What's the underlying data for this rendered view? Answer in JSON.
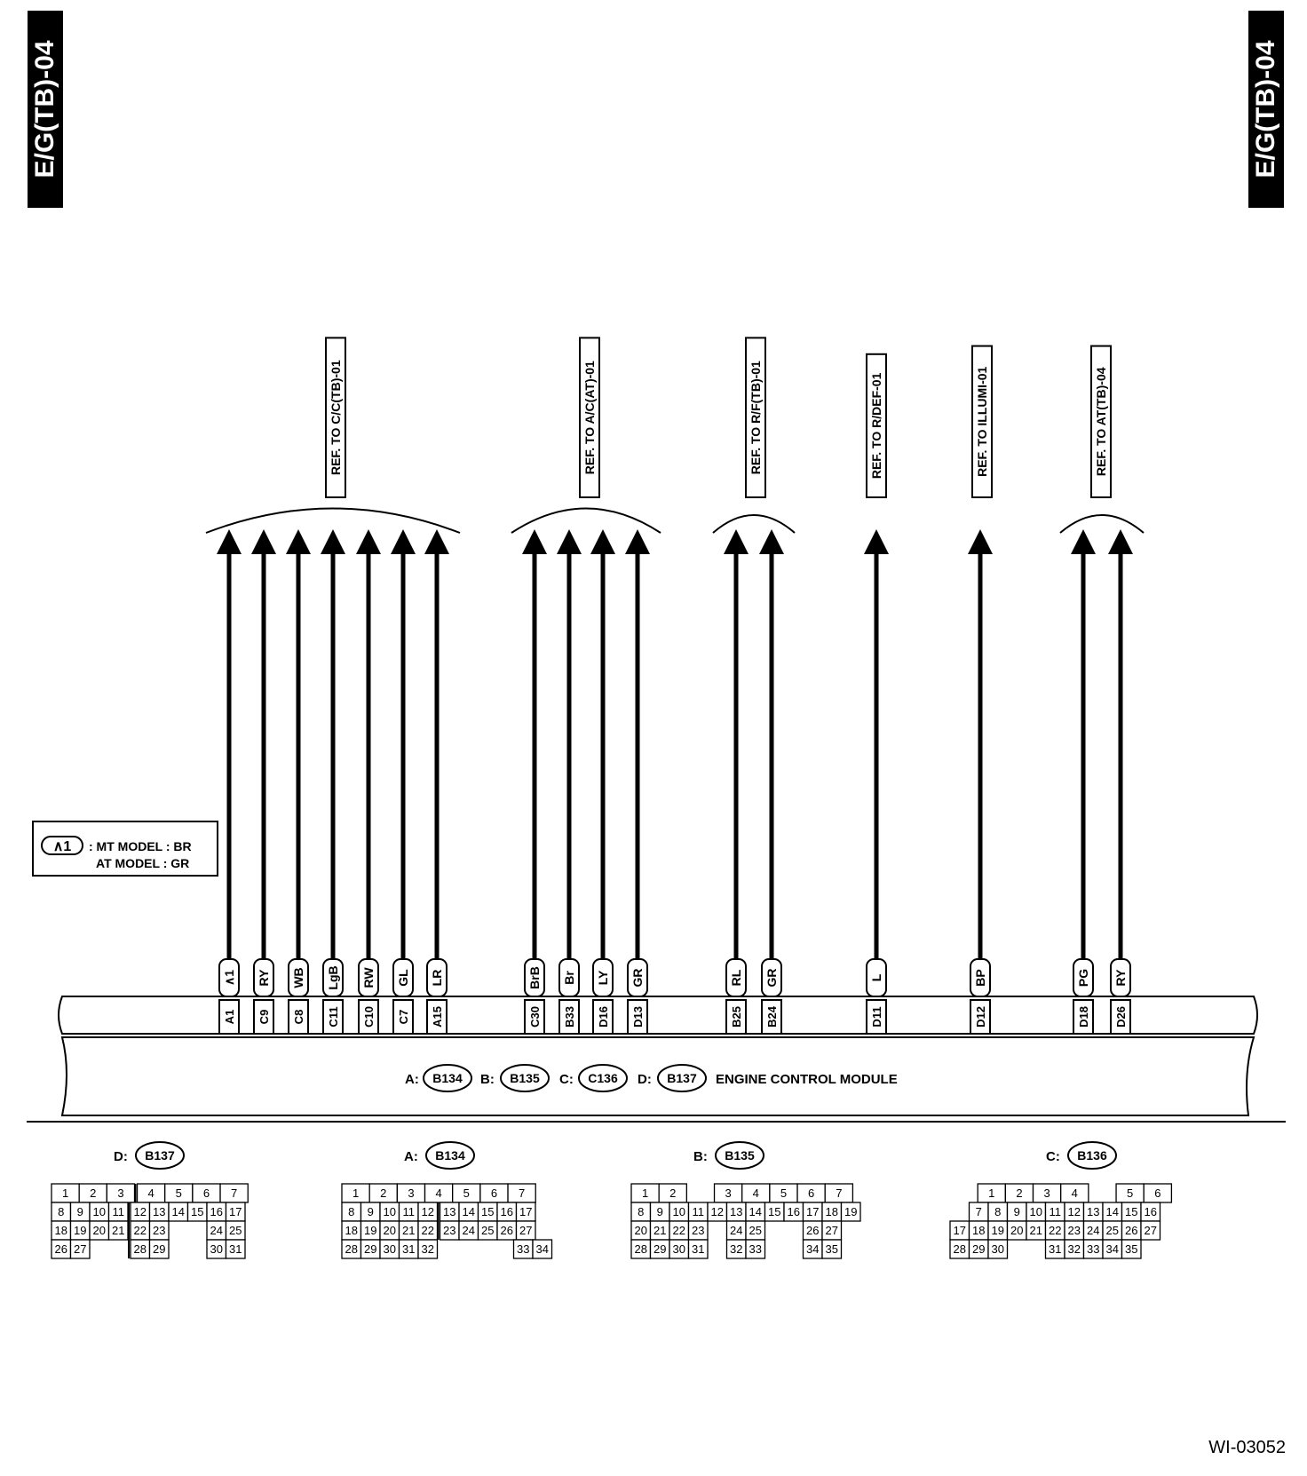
{
  "page_tab": "E/G(TB)-04",
  "figure_id": "WI-03052",
  "note": {
    "symbol": "∧1",
    "lines": [
      ": MT MODEL : BR",
      "AT MODEL  : GR"
    ]
  },
  "module_label": {
    "prefixes": [
      "A:",
      "B:",
      "C:",
      "D:"
    ],
    "connectors": [
      "B134",
      "B135",
      "C136",
      "B137"
    ],
    "name": "ENGINE CONTROL MODULE"
  },
  "groups": [
    {
      "ref": "REF. TO C/C(TB)-01",
      "wires": [
        {
          "color": "∧1",
          "pin": "A1"
        },
        {
          "color": "RY",
          "pin": "C9"
        },
        {
          "color": "WB",
          "pin": "C8"
        },
        {
          "color": "LgB",
          "pin": "C11"
        },
        {
          "color": "RW",
          "pin": "C10"
        },
        {
          "color": "GL",
          "pin": "C7"
        },
        {
          "color": "LR",
          "pin": "A15"
        }
      ]
    },
    {
      "ref": "REF. TO A/C(AT)-01",
      "wires": [
        {
          "color": "BrB",
          "pin": "C30"
        },
        {
          "color": "Br",
          "pin": "B33"
        },
        {
          "color": "LY",
          "pin": "D16"
        },
        {
          "color": "GR",
          "pin": "D13"
        }
      ]
    },
    {
      "ref": "REF. TO R/F(TB)-01",
      "wires": [
        {
          "color": "RL",
          "pin": "B25"
        },
        {
          "color": "GR",
          "pin": "B24"
        }
      ]
    },
    {
      "ref": "REF. TO R/DEF-01",
      "wires": [
        {
          "color": "L",
          "pin": "D11"
        }
      ]
    },
    {
      "ref": "REF. TO ILLUMI-01",
      "wires": [
        {
          "color": "BP",
          "pin": "D12"
        }
      ]
    },
    {
      "ref": "REF. TO AT(TB)-04",
      "wires": [
        {
          "color": "PG",
          "pin": "D18"
        },
        {
          "color": "RY",
          "pin": "D26"
        }
      ]
    }
  ],
  "connector_diagrams": [
    {
      "prefix": "D:",
      "code": "B137",
      "rows": [
        [
          "1",
          "2",
          "3",
          "|",
          "4",
          "5",
          "6",
          "7"
        ],
        [
          "8",
          "9",
          "10",
          "11",
          "|",
          "12",
          "13",
          "14",
          "15",
          "16",
          "17"
        ],
        [
          "18",
          "19",
          "20",
          "21",
          "|",
          "22",
          "23",
          "",
          "",
          "24",
          "25"
        ],
        [
          "26",
          "27",
          "",
          "",
          "|",
          "28",
          "29",
          "",
          "",
          "30",
          "31"
        ]
      ]
    },
    {
      "prefix": "A:",
      "code": "B134",
      "rows": [
        [
          "1",
          "2",
          "3",
          "4",
          "5",
          "6",
          "7"
        ],
        [
          "8",
          "9",
          "10",
          "11",
          "12",
          "|",
          "13",
          "14",
          "15",
          "16",
          "17"
        ],
        [
          "18",
          "19",
          "20",
          "21",
          "22",
          "|",
          "23",
          "24",
          "25",
          "26",
          "27"
        ],
        [
          "28",
          "29",
          "30",
          "31",
          "32",
          "",
          "",
          "",
          "",
          "33",
          "34"
        ]
      ]
    },
    {
      "prefix": "B:",
      "code": "B135",
      "rows": [
        [
          "1",
          "2",
          "",
          "3",
          "4",
          "5",
          "6",
          "7"
        ],
        [
          "8",
          "9",
          "10",
          "11",
          "12",
          "13",
          "14",
          "15",
          "16",
          "17",
          "18",
          "19"
        ],
        [
          "20",
          "21",
          "22",
          "23",
          "",
          "24",
          "25",
          "",
          "",
          "26",
          "27"
        ],
        [
          "28",
          "29",
          "30",
          "31",
          "",
          "32",
          "33",
          "",
          "",
          "34",
          "35"
        ]
      ]
    },
    {
      "prefix": "C:",
      "code": "B136",
      "rows": [
        [
          "",
          "1",
          "2",
          "3",
          "4",
          "",
          "5",
          "6"
        ],
        [
          "",
          "7",
          "8",
          "9",
          "10",
          "11",
          "12",
          "13",
          "14",
          "15",
          "16"
        ],
        [
          "17",
          "18",
          "19",
          "20",
          "21",
          "22",
          "23",
          "24",
          "25",
          "26",
          "27"
        ],
        [
          "28",
          "29",
          "30",
          "",
          "",
          "31",
          "32",
          "33",
          "34",
          "35"
        ]
      ]
    }
  ]
}
